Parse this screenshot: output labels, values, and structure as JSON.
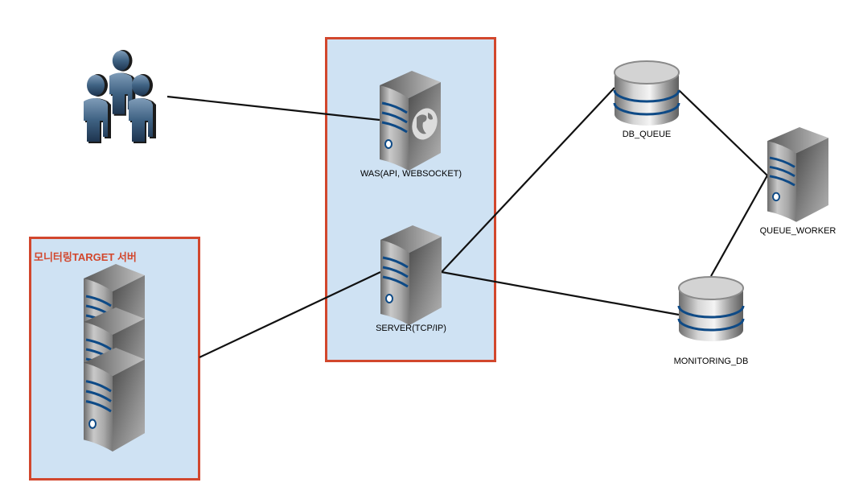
{
  "diagram": {
    "groups": [
      {
        "id": "server-group",
        "title": ""
      },
      {
        "id": "monitoring-target-group",
        "title": "모니터링TARGET 서버"
      }
    ],
    "nodes": [
      {
        "id": "users",
        "type": "users-icon",
        "label": ""
      },
      {
        "id": "was",
        "type": "web-server-icon",
        "label": "WAS(API, WEBSOCKET)"
      },
      {
        "id": "server",
        "type": "server-icon",
        "label": "SERVER(TCP/IP)"
      },
      {
        "id": "target-servers",
        "type": "server-stack-icon",
        "label": ""
      },
      {
        "id": "db_queue",
        "type": "database-icon",
        "label": "DB_QUEUE"
      },
      {
        "id": "queue_worker",
        "type": "server-icon",
        "label": "QUEUE_WORKER"
      },
      {
        "id": "monitoring_db",
        "type": "database-icon",
        "label": "MONITORING_DB"
      }
    ],
    "edges": [
      {
        "from": "users",
        "to": "was"
      },
      {
        "from": "target-servers",
        "to": "server"
      },
      {
        "from": "server",
        "to": "db_queue"
      },
      {
        "from": "server",
        "to": "monitoring_db"
      },
      {
        "from": "db_queue",
        "to": "queue_worker"
      },
      {
        "from": "queue_worker",
        "to": "monitoring_db"
      }
    ],
    "colors": {
      "group_fill": "#cfe2f3",
      "group_border": "#d2472d",
      "stripe": "#0e4a86",
      "edge": "#111111"
    }
  }
}
